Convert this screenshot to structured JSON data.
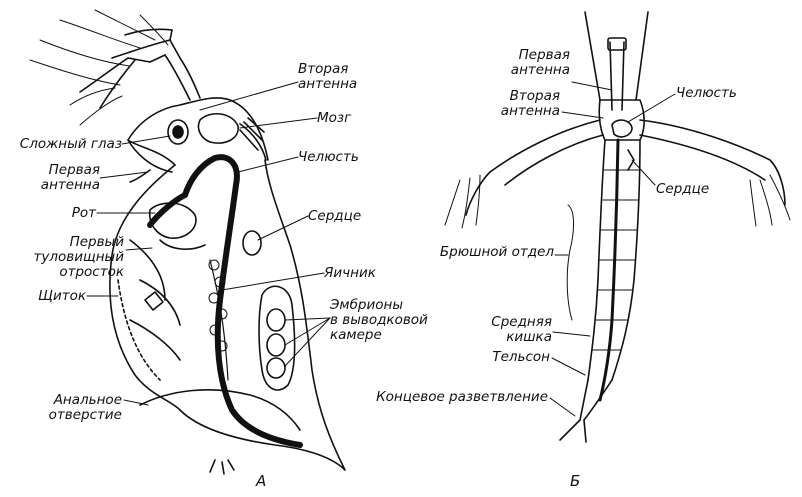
{
  "panel_a": {
    "letter": "А",
    "labels": {
      "second_antenna_l1": "Вторая",
      "second_antenna_l2": "антенна",
      "brain": "Мозг",
      "compound_eye": "Сложный глаз",
      "jaw": "Челюсть",
      "first_antenna_l1": "Первая",
      "first_antenna_l2": "антенна",
      "mouth": "Рот",
      "heart": "Сердце",
      "first_trunk_l1": "Первый",
      "first_trunk_l2": "туловищный",
      "first_trunk_l3": "отросток",
      "ovary": "Яичник",
      "carapace": "Щиток",
      "embryos_l1": "Эмбрионы",
      "embryos_l2": "в выводковой",
      "embryos_l3": "камере",
      "anal_l1": "Анальное",
      "anal_l2": "отверстие"
    }
  },
  "panel_b": {
    "letter": "Б",
    "labels": {
      "first_antenna_l1": "Первая",
      "first_antenna_l2": "антенна",
      "second_antenna_l1": "Вторая",
      "second_antenna_l2": "антенна",
      "jaw": "Челюсть",
      "heart": "Сердце",
      "abdomen": "Брюшной отдел",
      "midgut_l1": "Средняя",
      "midgut_l2": "кишка",
      "telson": "Тельсон",
      "furca": "Концевое разветвление"
    }
  }
}
